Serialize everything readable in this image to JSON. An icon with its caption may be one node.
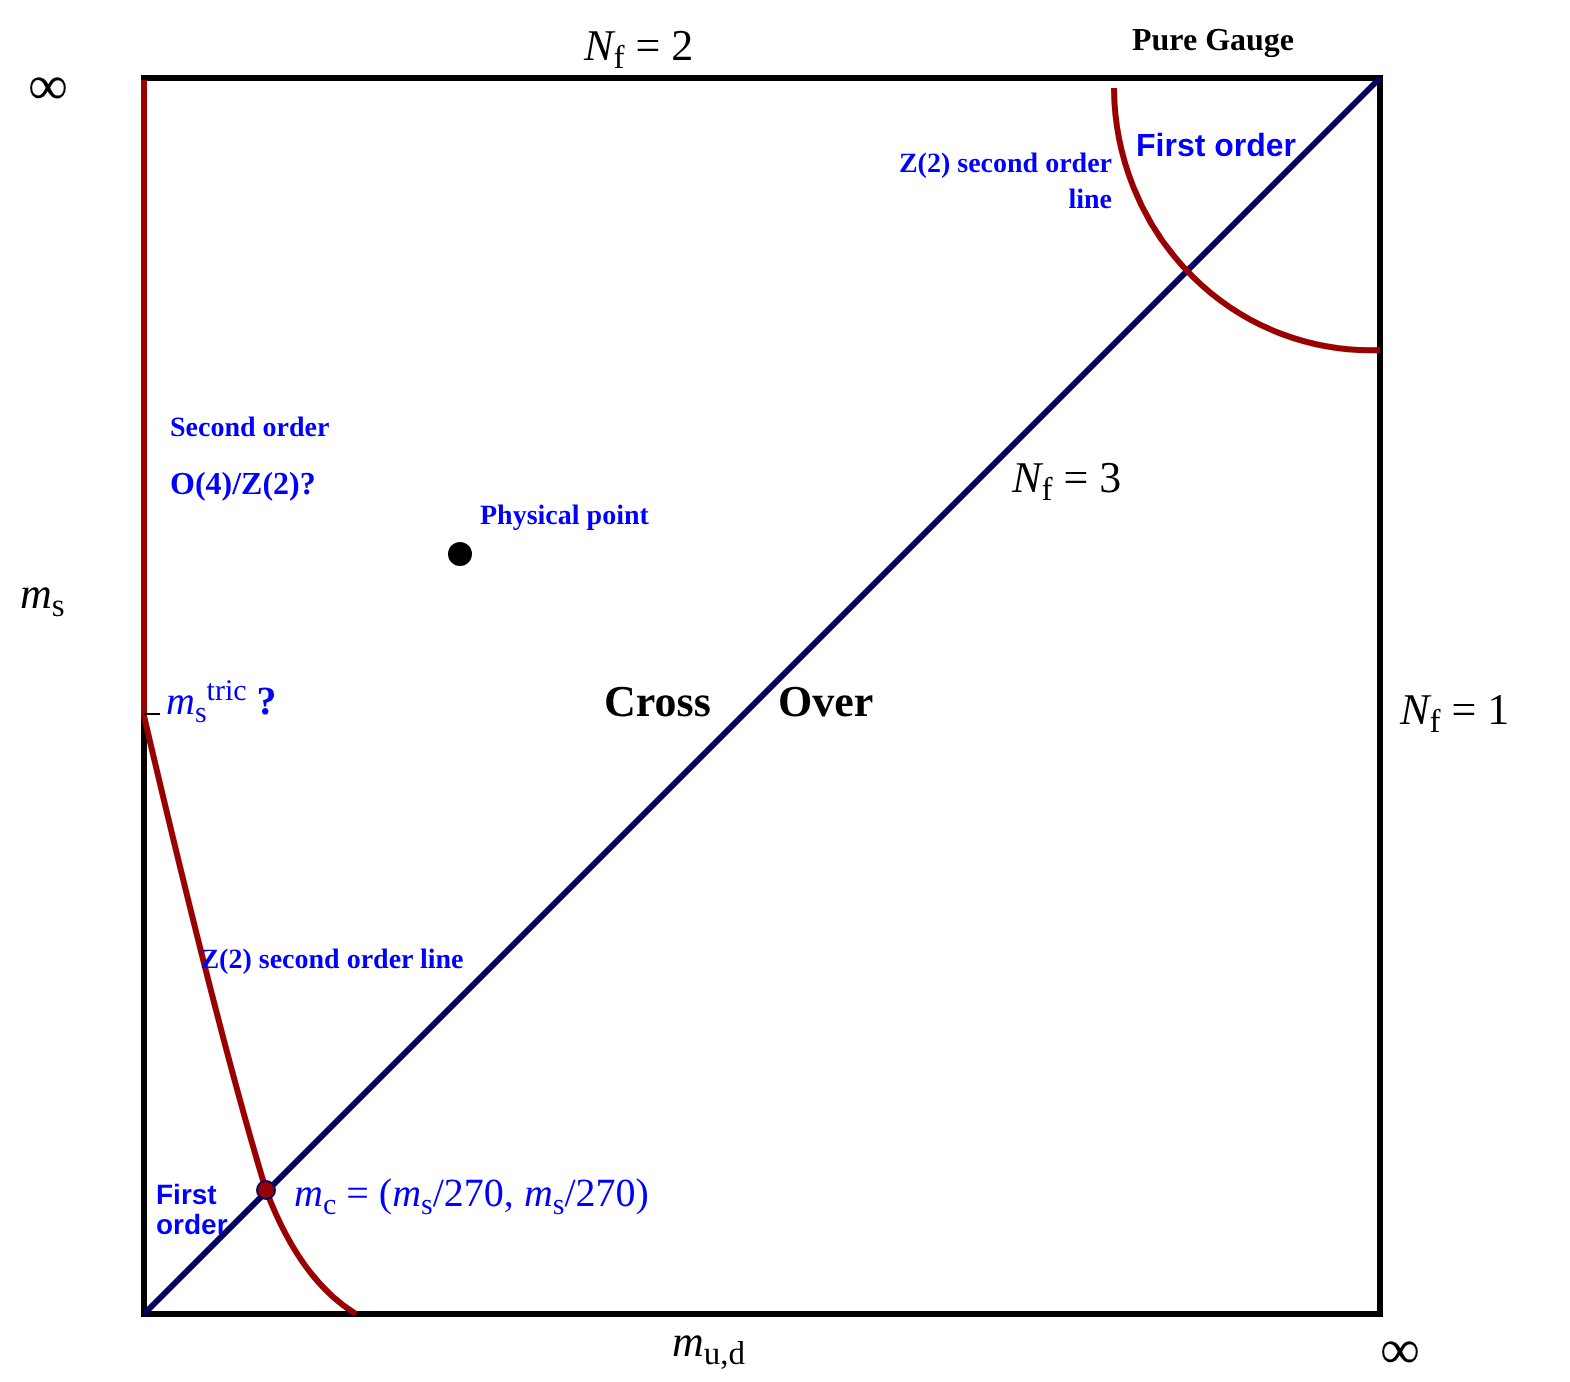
{
  "diagram": {
    "labels": [
      "*N*$_{f}$ = 2",
      "Pure Gauge",
      "∞",
      "Z(2) second order line",
      "First order",
      "Second order",
      "O(4)/Z(2)?",
      "Physical point",
      "*N*$_{f}$ = 3",
      "*m*$_{s}$",
      "*m*$_{s}$$^{tric}$ **?**",
      "Cross",
      "Over",
      "*N*$_{f}$ = 1",
      "Z(2) second order line",
      "First order",
      "*m*$_{c}$ = (*m*$_{s}$/270, *m*$_{s}$/270)",
      "*m*$_{u,d}$",
      "∞"
    ]
  }
}
